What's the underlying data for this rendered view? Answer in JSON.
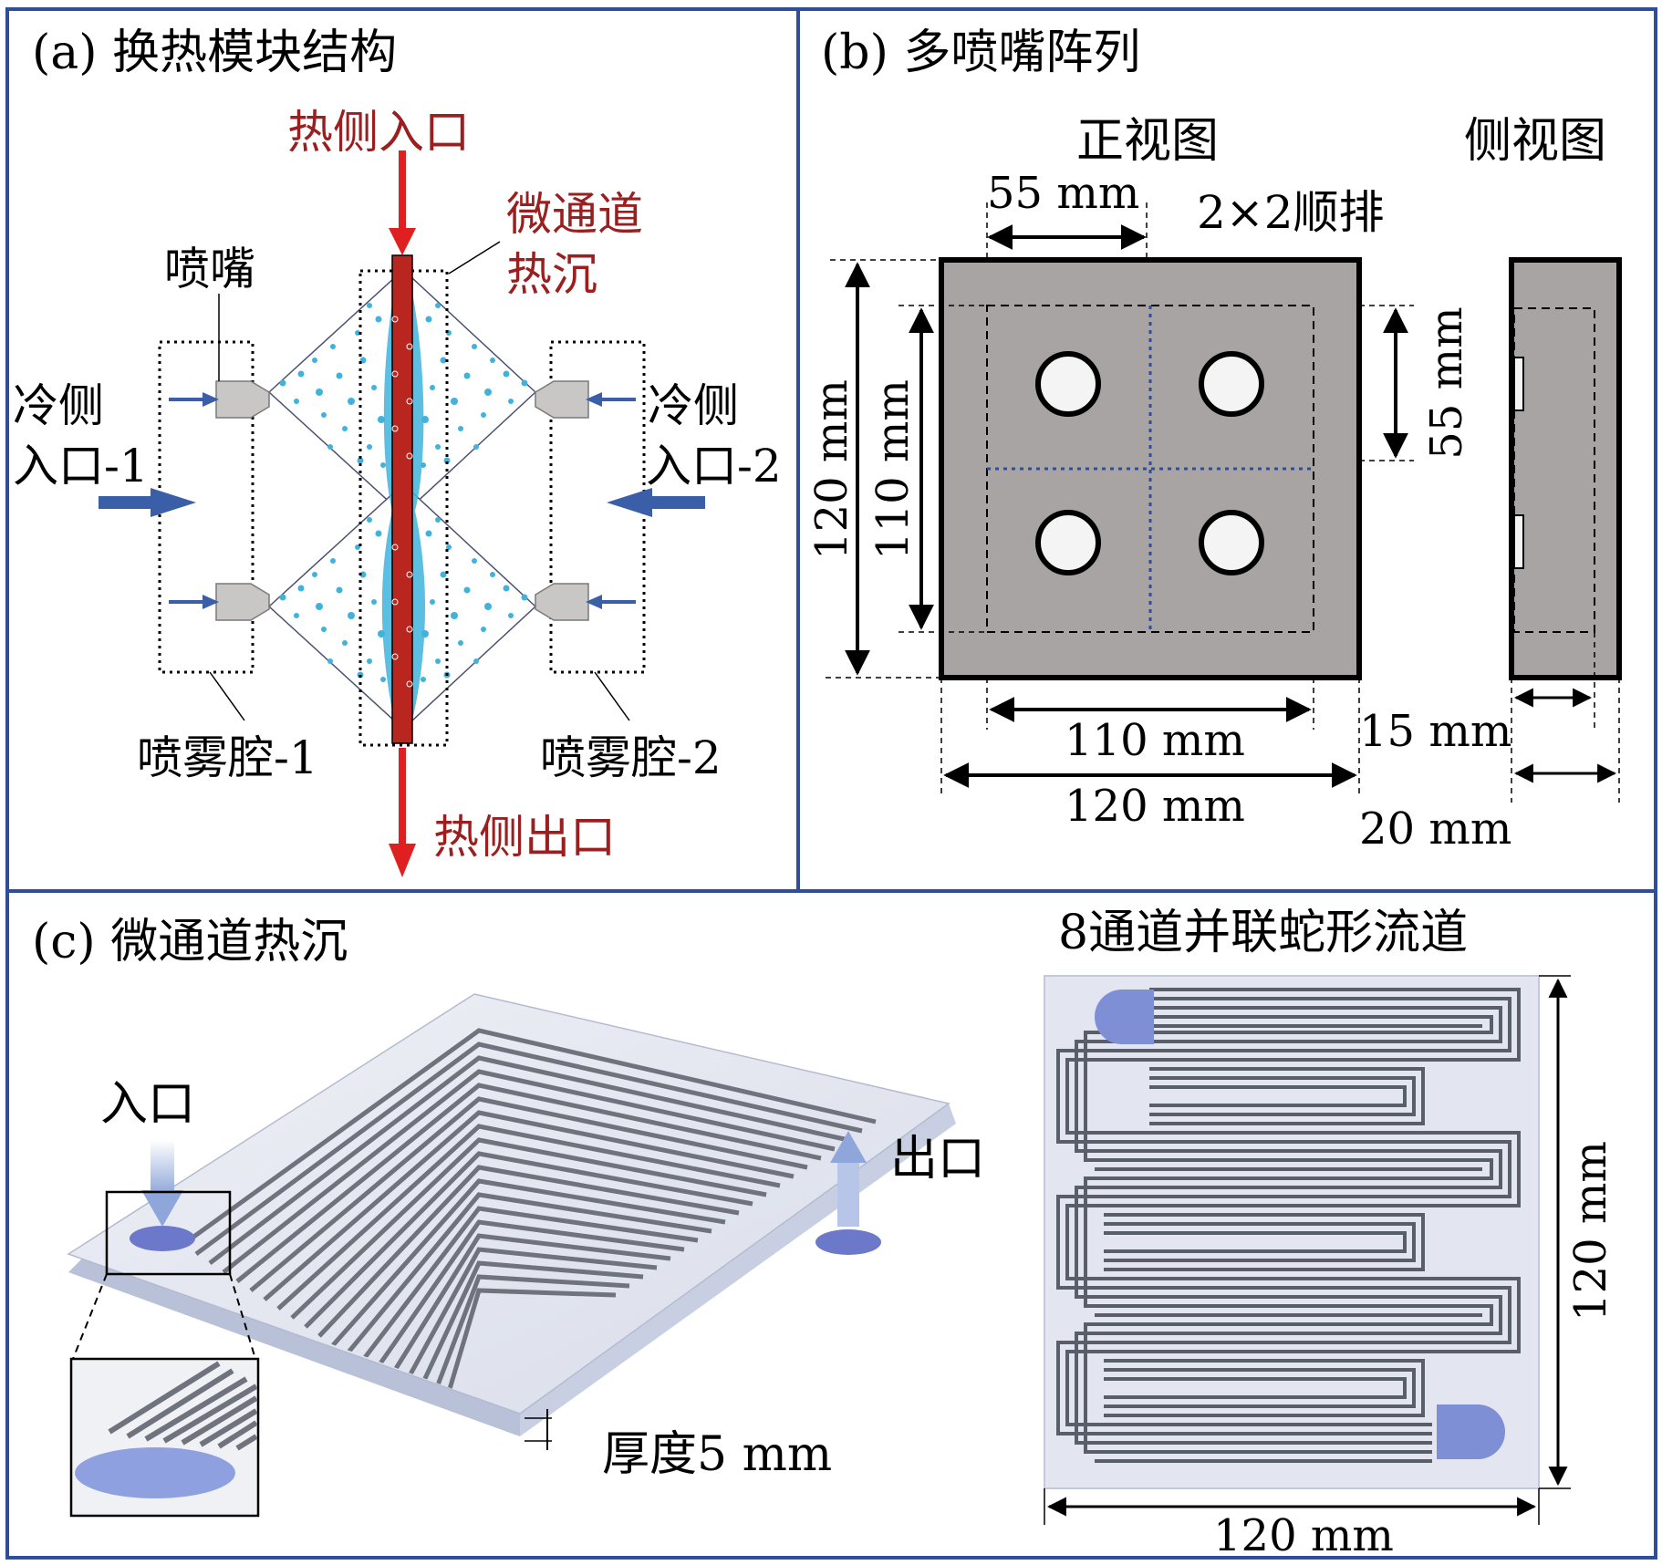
{
  "panel_a": {
    "title": "(a) 换热模块结构",
    "hot_inlet": "热侧入口",
    "hot_outlet": "热侧出口",
    "heatsink_line1": "微通道",
    "heatsink_line2": "热沉",
    "nozzle": "喷嘴",
    "cold_inlet_1_line1": "冷侧",
    "cold_inlet_1_line2": "入口-1",
    "cold_inlet_2_line1": "冷侧",
    "cold_inlet_2_line2": "入口-2",
    "spray_chamber_1": "喷雾腔-1",
    "spray_chamber_2": "喷雾腔-2"
  },
  "panel_b": {
    "title": "(b) 多喷嘴阵列",
    "front_view": "正视图",
    "side_view": "侧视图",
    "arrangement": "2×2顺排",
    "dim_top_55": "55 mm",
    "dim_left_120": "120 mm",
    "dim_left_110": "110 mm",
    "dim_right_55": "55 mm",
    "dim_bottom_110": "110 mm",
    "dim_bottom_120": "120 mm",
    "dim_side_15": "15 mm",
    "dim_side_20": "20 mm"
  },
  "panel_c": {
    "title": "(c) 微通道热沉",
    "inlet": "入口",
    "outlet": "出口",
    "thickness": "厚度5 mm",
    "serpentine_title": "8通道并联蛇形流道",
    "dim_right_120": "120 mm",
    "dim_bottom_120": "120 mm"
  },
  "colors": {
    "frame": "#2f4e9a",
    "hot_red": "#e02020",
    "label_red": "#9b1f1f",
    "arrow_blue": "#3b5ea8",
    "droplet": "#3fb3dc",
    "plate_gray": "#a9a4a4",
    "channel_fill": "#7f8fd6"
  }
}
